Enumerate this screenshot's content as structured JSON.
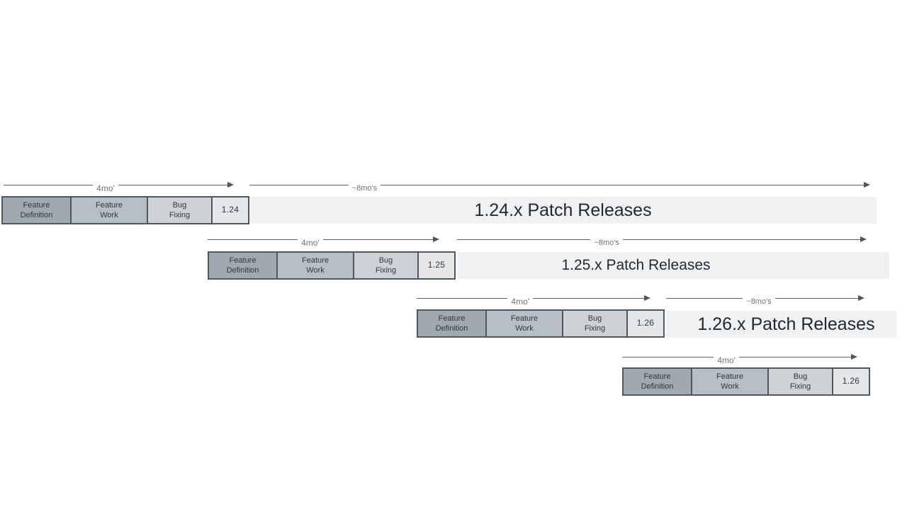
{
  "rows": [
    {
      "version": "1.24",
      "dev_duration": "4mo'",
      "patch_duration": "~8mo's",
      "patch_bar": "1.24.x Patch Releases",
      "phases": [
        "Feature\nDefinition",
        "Feature\nWork",
        "Bug\nFixing"
      ]
    },
    {
      "version": "1.25",
      "dev_duration": "4mo'",
      "patch_duration": "~8mo's",
      "patch_bar": "1.25.x Patch Releases",
      "phases": [
        "Feature\nDefinition",
        "Feature\nWork",
        "Bug\nFixing"
      ]
    },
    {
      "version": "1.26",
      "dev_duration": "4mo'",
      "patch_duration": "~8mo's",
      "patch_bar": "1.26.x Patch Releases",
      "phases": [
        "Feature\nDefinition",
        "Feature\nWork",
        "Bug\nFixing"
      ]
    },
    {
      "version": "1.26",
      "dev_duration": "4mo'",
      "phases": [
        "Feature\nDefinition",
        "Feature\nWork",
        "Bug\nFixing"
      ]
    }
  ],
  "colors": {
    "feature_definition_fill": "#a0a9b0",
    "feature_work_fill": "#b7bec4",
    "bug_fixing_fill": "#ced2d6",
    "version_box_fill": "#e4e6e8",
    "patch_bar_fill": "#eff1f2",
    "box_border": "#4f585f",
    "arrow_line": "#5a646d",
    "duration_label_text": "#6b747c",
    "box_text": "#2f373d",
    "patch_bar_text": "#24292e",
    "background": "#ffffff"
  }
}
